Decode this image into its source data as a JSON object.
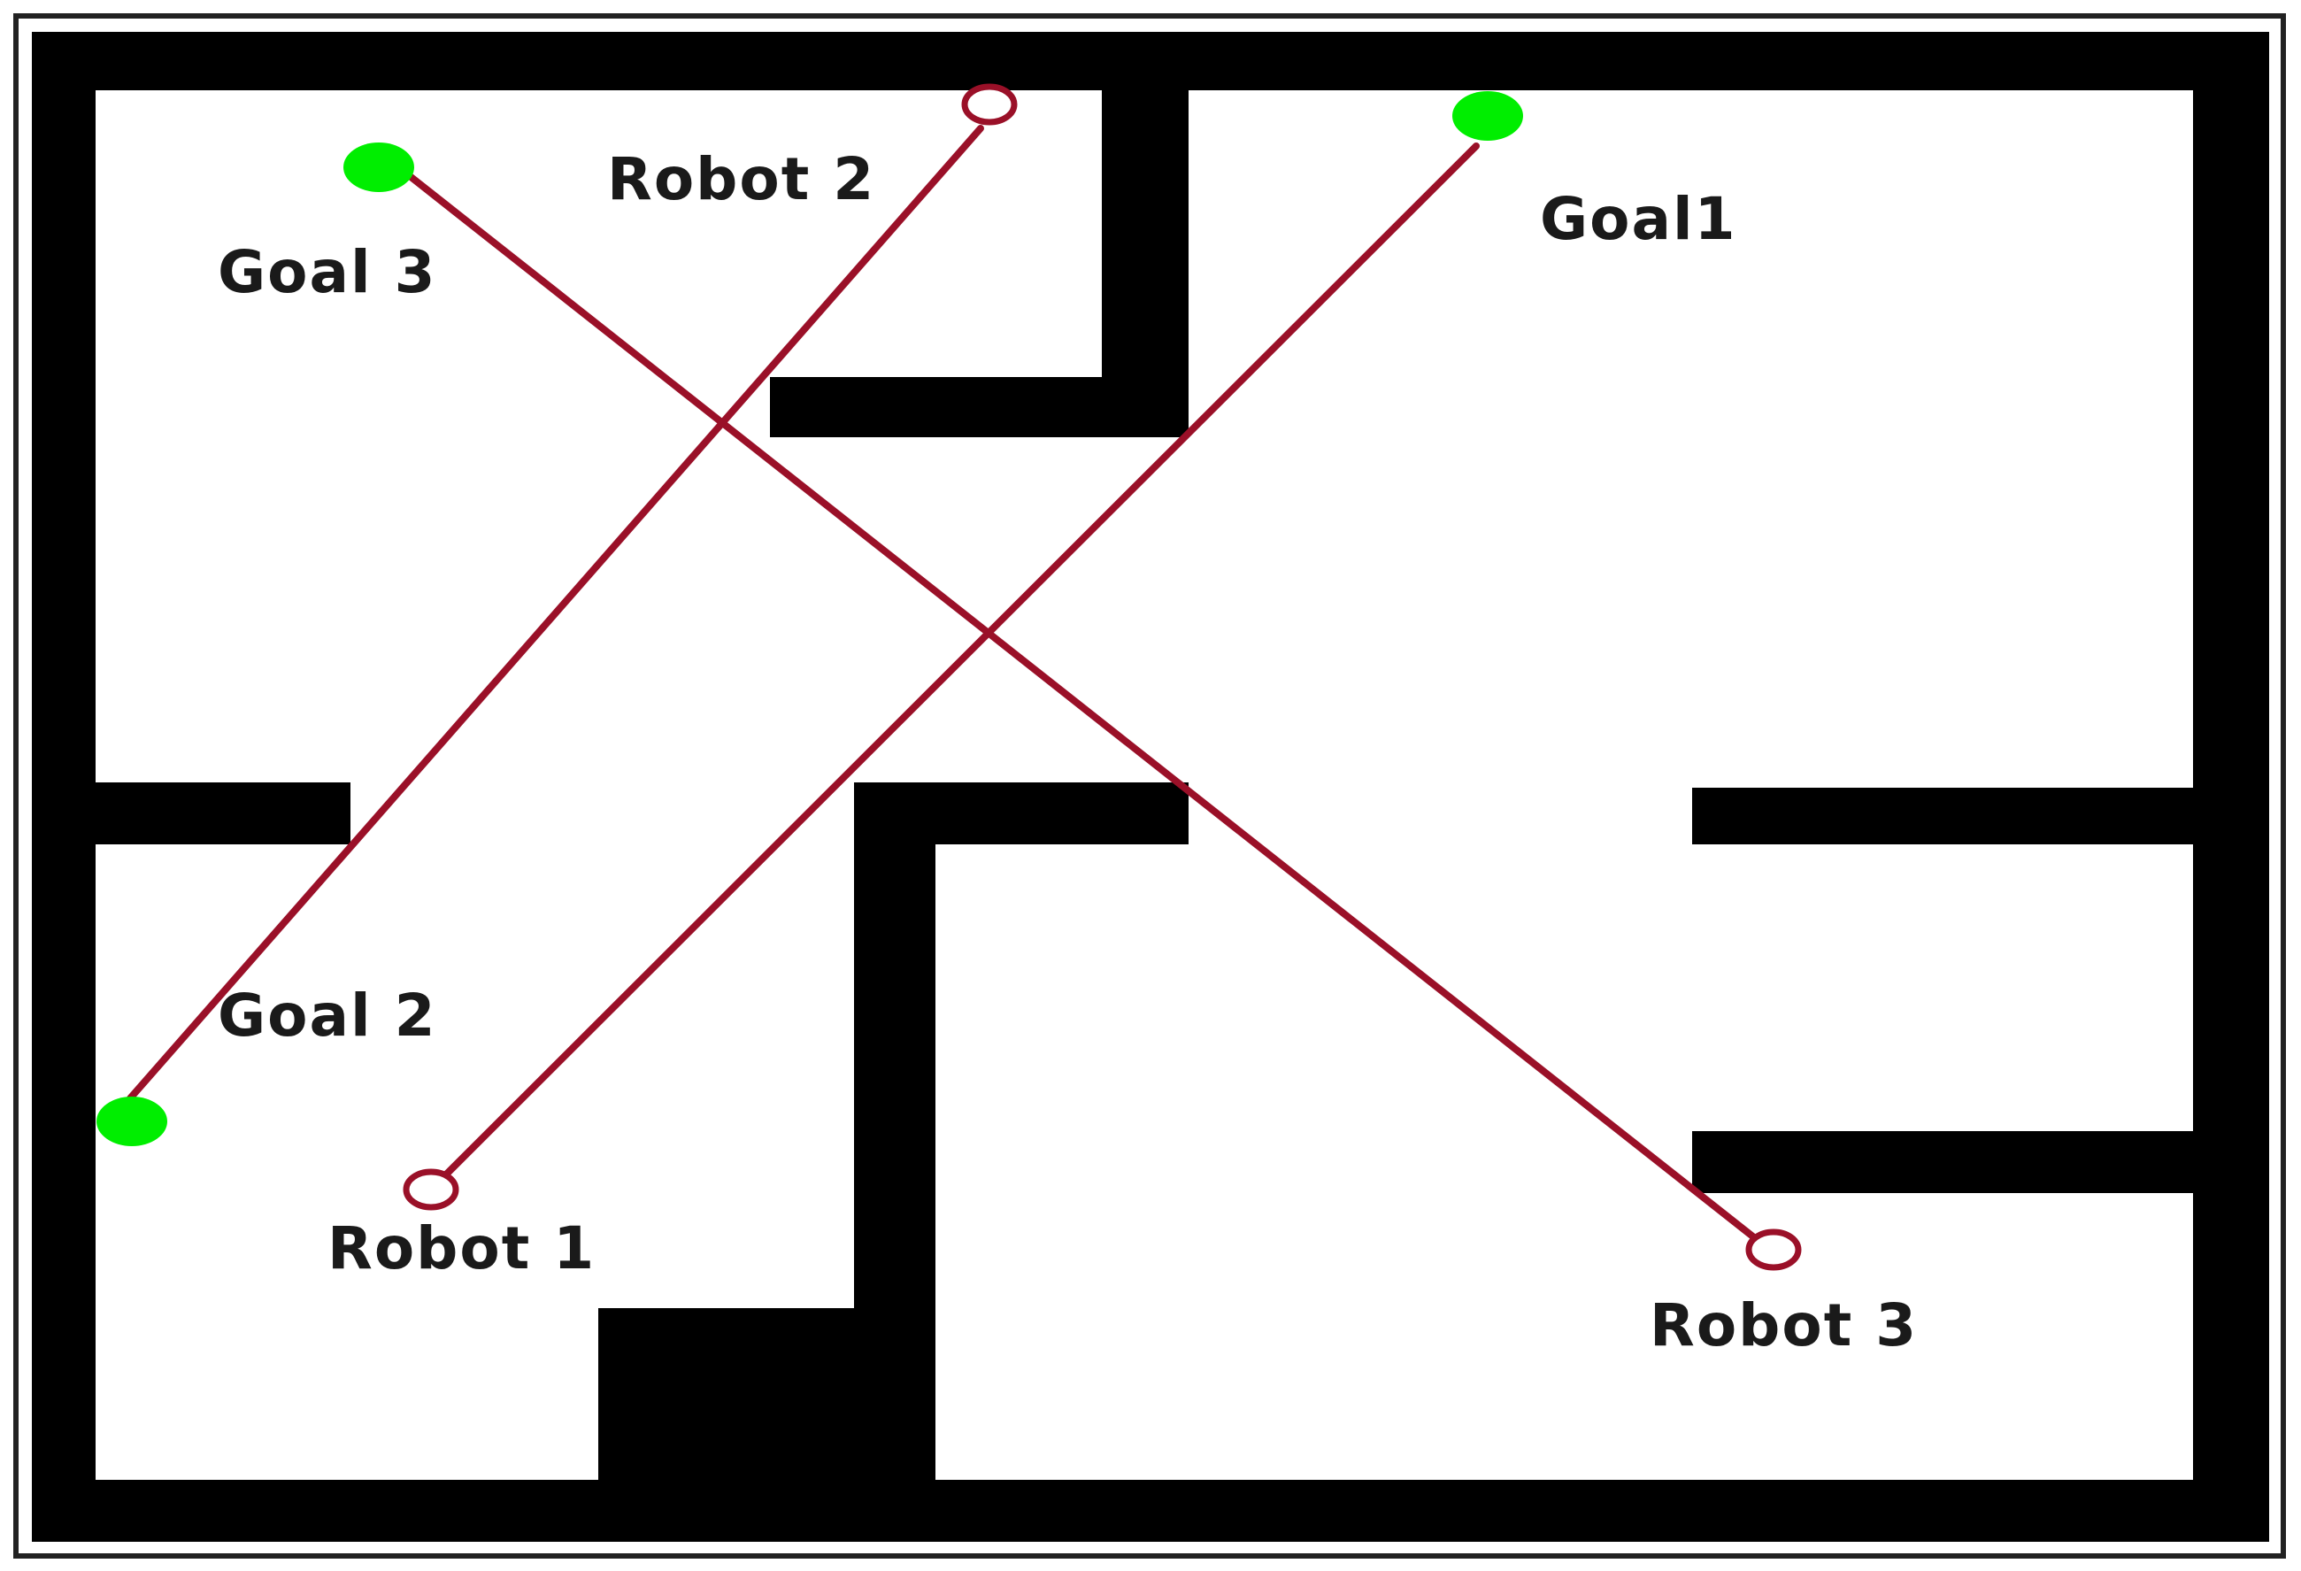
{
  "colors": {
    "wall": "#000000",
    "floor": "#ffffff",
    "path": "#9a1028",
    "robot_marker": "#9a1028",
    "goal_marker": "#00ee00",
    "text": "#1a1a1a"
  },
  "robots": [
    {
      "id": "robot-1",
      "label": "Robot 1",
      "goal_id": "goal-1"
    },
    {
      "id": "robot-2",
      "label": "Robot 2",
      "goal_id": "goal-2"
    },
    {
      "id": "robot-3",
      "label": "Robot 3",
      "goal_id": "goal-3"
    }
  ],
  "goals": [
    {
      "id": "goal-1",
      "label": "Goal1"
    },
    {
      "id": "goal-2",
      "label": "Goal 2"
    },
    {
      "id": "goal-3",
      "label": "Goal 3"
    }
  ]
}
